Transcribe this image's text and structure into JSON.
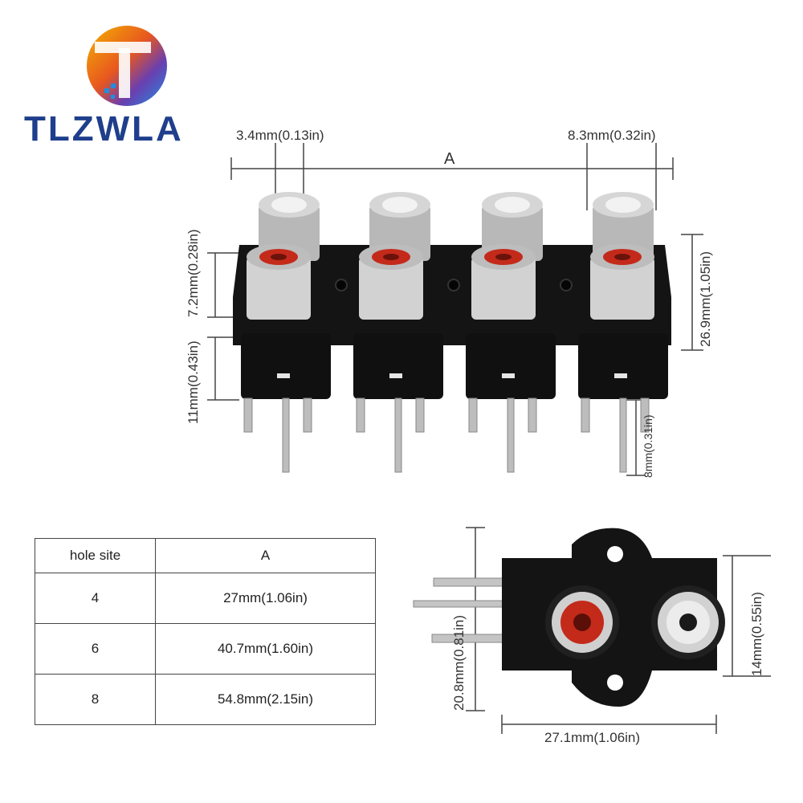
{
  "brand": {
    "name": "TLZWLA"
  },
  "top_view": {
    "label_a": "A",
    "width_pin": "3.4mm(0.13in)",
    "width_jack": "8.3mm(0.32in)",
    "height_upper": "7.2mm(0.28in)",
    "height_lower": "11mm(0.43in)",
    "height_total": "26.9mm(1.05in)",
    "pin_length": "8mm(0.31in)"
  },
  "side_view": {
    "height": "20.8mm(0.81in)",
    "jack_height": "14mm(0.55in)",
    "width": "27.1mm(1.06in)"
  },
  "table": {
    "headers": [
      "hole site",
      "A"
    ],
    "rows": [
      {
        "hole_site": "4",
        "a": "27mm(1.06in)"
      },
      {
        "hole_site": "6",
        "a": "40.7mm(1.60in)"
      },
      {
        "hole_site": "8",
        "a": "54.8mm(2.15in)"
      }
    ]
  },
  "colors": {
    "brand_blue": "#1f3f8c",
    "jack_red": "#c42a1a",
    "jack_white": "#e8e8e8",
    "body_black": "#151515",
    "chrome": "#c9c9c9"
  }
}
